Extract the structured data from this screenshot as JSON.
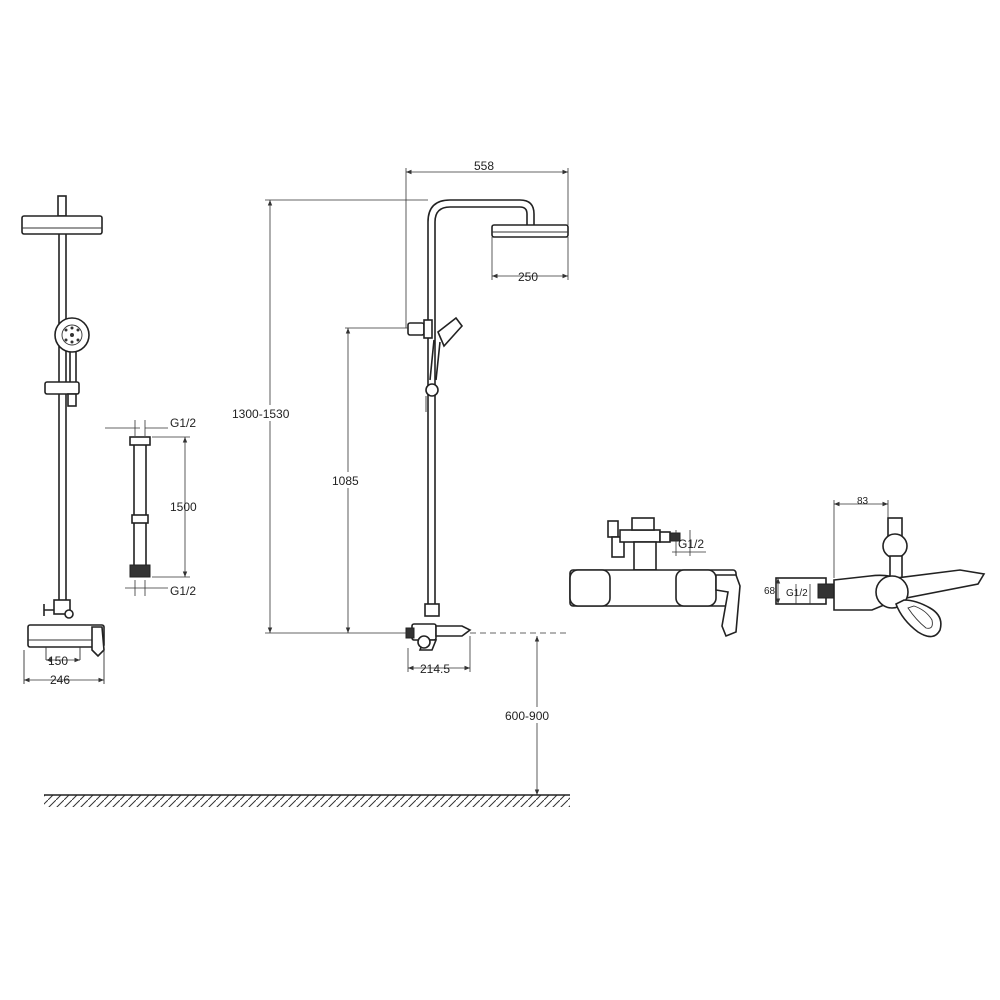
{
  "dimensions": {
    "head_reach": "558",
    "head_width": "250",
    "total_height": "1300-1530",
    "holder_height": "1085",
    "spout_reach": "214.5",
    "mount_height": "600-900",
    "hose_length": "1500",
    "hose_thread_top": "G1/2",
    "hose_thread_bottom": "G1/2",
    "mixer_inner_width": "150",
    "mixer_outer_width": "246",
    "diverter_thread": "G1/2",
    "side_depth": "83",
    "side_height": "68",
    "side_thread": "G1/2"
  }
}
